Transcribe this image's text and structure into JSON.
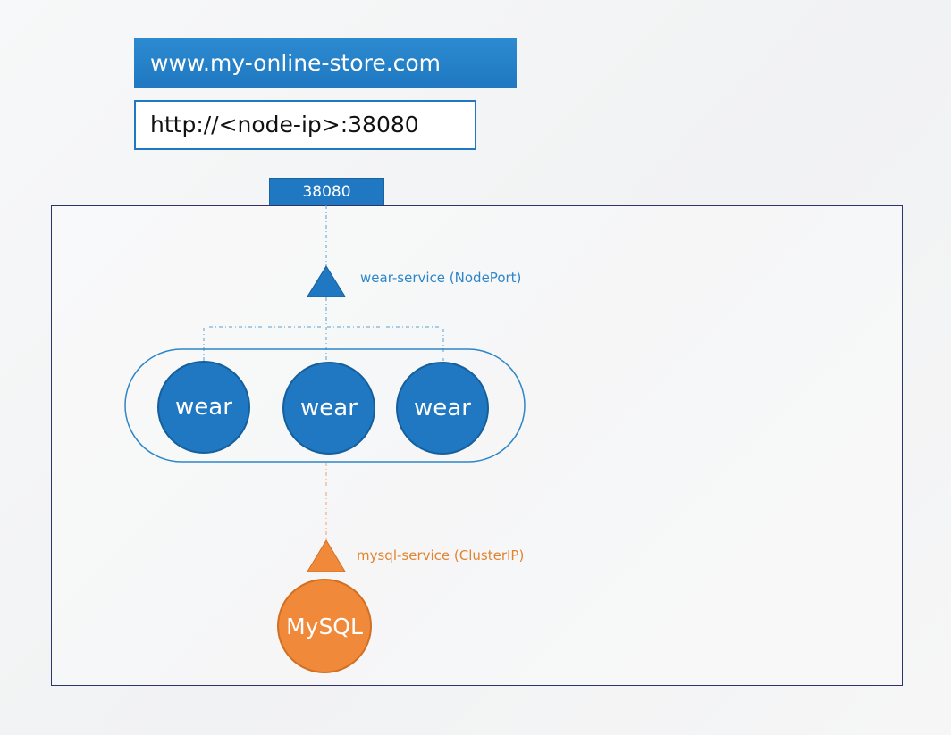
{
  "header": {
    "domain": "www.my-online-store.com",
    "url": "http://<node-ip>:38080"
  },
  "node": {
    "port": "38080"
  },
  "services": {
    "wear": "wear-service (NodePort)",
    "mysql": "mysql-service (ClusterIP)"
  },
  "pods": {
    "wear": [
      "wear",
      "wear",
      "wear"
    ],
    "mysql": "MySQL"
  },
  "colors": {
    "blue": "#1f78c1",
    "orange": "#f0893a",
    "frame": "#2e3468"
  },
  "icons": {
    "wear_service": "triangle-service-icon",
    "mysql_service": "triangle-service-icon"
  }
}
